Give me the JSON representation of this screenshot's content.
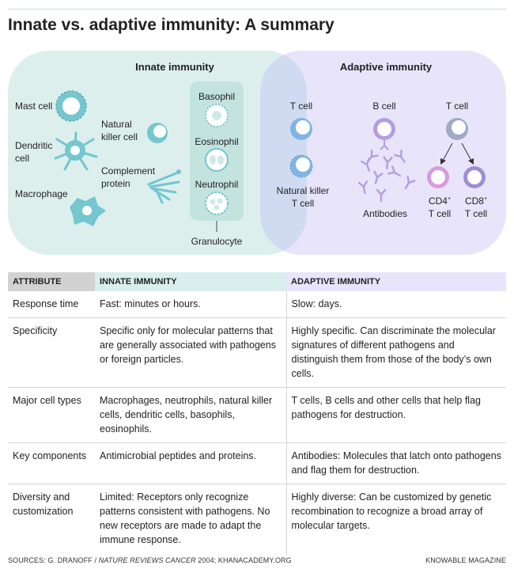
{
  "title": "Innate vs. adaptive immunity: A summary",
  "diagram": {
    "innate_heading": "Innate immunity",
    "adaptive_heading": "Adaptive immunity",
    "innate_cells": {
      "mast_cell": "Mast cell",
      "dendritic_cell": "Dendritic\ncell",
      "macrophage": "Macrophage",
      "natural_killer_cell": "Natural\nkiller cell",
      "complement_protein": "Complement\nprotein"
    },
    "granulocytes": {
      "basophil": "Basophil",
      "eosinophil": "Eosinophil",
      "neutrophil": "Neutrophil",
      "group_label": "Granulocyte"
    },
    "overlap": {
      "t_cell": "T cell",
      "natural_killer_t_cell": "Natural killer\nT cell"
    },
    "adaptive_cells": {
      "b_cell": "B cell",
      "t_cell": "T cell",
      "antibodies": "Antibodies",
      "cd4_prefix": "CD4",
      "cd4_sup": "+",
      "cd4_suffix": "T cell",
      "cd8_prefix": "CD8",
      "cd8_sup": "+",
      "cd8_suffix": "T cell"
    },
    "colors": {
      "innate_bg": "#dcefed",
      "adaptive_bg": "#e8e5fb",
      "overlap_bg": "#d0dbf1",
      "granulocyte_box": "#c3e3de",
      "innate_cell": "#74c6cf",
      "t_cell": "#7fb4e3",
      "b_cell": "#b39de2",
      "cd4": "#d59ce0",
      "cd8": "#9d8ed4"
    }
  },
  "table": {
    "headers": [
      "ATTRIBUTE",
      "INNATE IMMUNITY",
      "ADAPTIVE IMMUNITY"
    ],
    "rows": [
      {
        "attribute": "Response time",
        "innate": "Fast: minutes or hours.",
        "adaptive": "Slow: days."
      },
      {
        "attribute": "Specificity",
        "innate": "Specific only for molecular patterns that are generally associated with pathogens or foreign particles.",
        "adaptive": "Highly specific. Can discriminate the molecular signatures of different pathogens and distinguish them from those of the body’s own cells."
      },
      {
        "attribute": "Major cell types",
        "innate": "Macrophages, neutrophils, natural killer cells, dendritic cells, basophils, eosinophils.",
        "adaptive": "T cells, B cells and other cells that help flag pathogens for destruction."
      },
      {
        "attribute": "Key components",
        "innate": "Antimicrobial peptides and proteins.",
        "adaptive": "Antibodies: Molecules that latch onto pathogens and flag them for destruction."
      },
      {
        "attribute": "Diversity and customization",
        "innate": "Limited: Receptors only recognize patterns consistent with pathogens. No new receptors are made to adapt the immune response.",
        "adaptive": "Highly diverse: Can be customized by genetic recombination to recognize a broad array of molecular targets."
      }
    ]
  },
  "footer": {
    "sources_prefix": "SOURCES: G. DRANOFF / ",
    "sources_journal": "NATURE REVIEWS CANCER",
    "sources_suffix": " 2004; KHANACADEMY.ORG",
    "credit": "KNOWABLE MAGAZINE"
  }
}
